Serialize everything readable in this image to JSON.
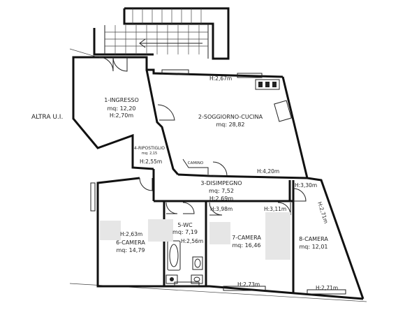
{
  "outside_label": "ALTRA U.I.",
  "rooms": [
    {
      "id": "ingresso",
      "name": "1-INGRESSO",
      "area": "mq: 12,20",
      "height": "H:2,70m"
    },
    {
      "id": "soggiorno",
      "name": "2-SOGGIORNO-CUCINA",
      "area": "mq: 28,82"
    },
    {
      "id": "disimpegno",
      "name": "3-DISIMPEGNO",
      "area": "mq: 7,52",
      "height": "H:2,69m"
    },
    {
      "id": "ripostiglio",
      "name": "4-RIPOSTIGLIO",
      "area": "mq: 2,15"
    },
    {
      "id": "wc",
      "name": "5-WC",
      "area": "mq: 7,19"
    },
    {
      "id": "camera6",
      "name": "6-CAMERA",
      "area": "mq: 14,79"
    },
    {
      "id": "camera7",
      "name": "7-CAMERA",
      "area": "mq: 16,46"
    },
    {
      "id": "camera8",
      "name": "8-CAMERA",
      "area": "mq: 12,01"
    }
  ],
  "camino_label": "CAMINO",
  "heights": {
    "soggiorno_top": "H:2,67m",
    "ripostiglio": "H:2,55m",
    "soggiorno_mid": "H:4,20m",
    "corner_right": "H:3,30m",
    "diagonal_right": "H:2,71m",
    "wc_left": "H:3,98m",
    "camera7_top": "H:3,11m",
    "camera6_top": "H:2,63m",
    "wc_inner": "H:2,56m",
    "camera7_bottom": "H:2,73m",
    "camera8_bottom": "H:2,71m"
  }
}
